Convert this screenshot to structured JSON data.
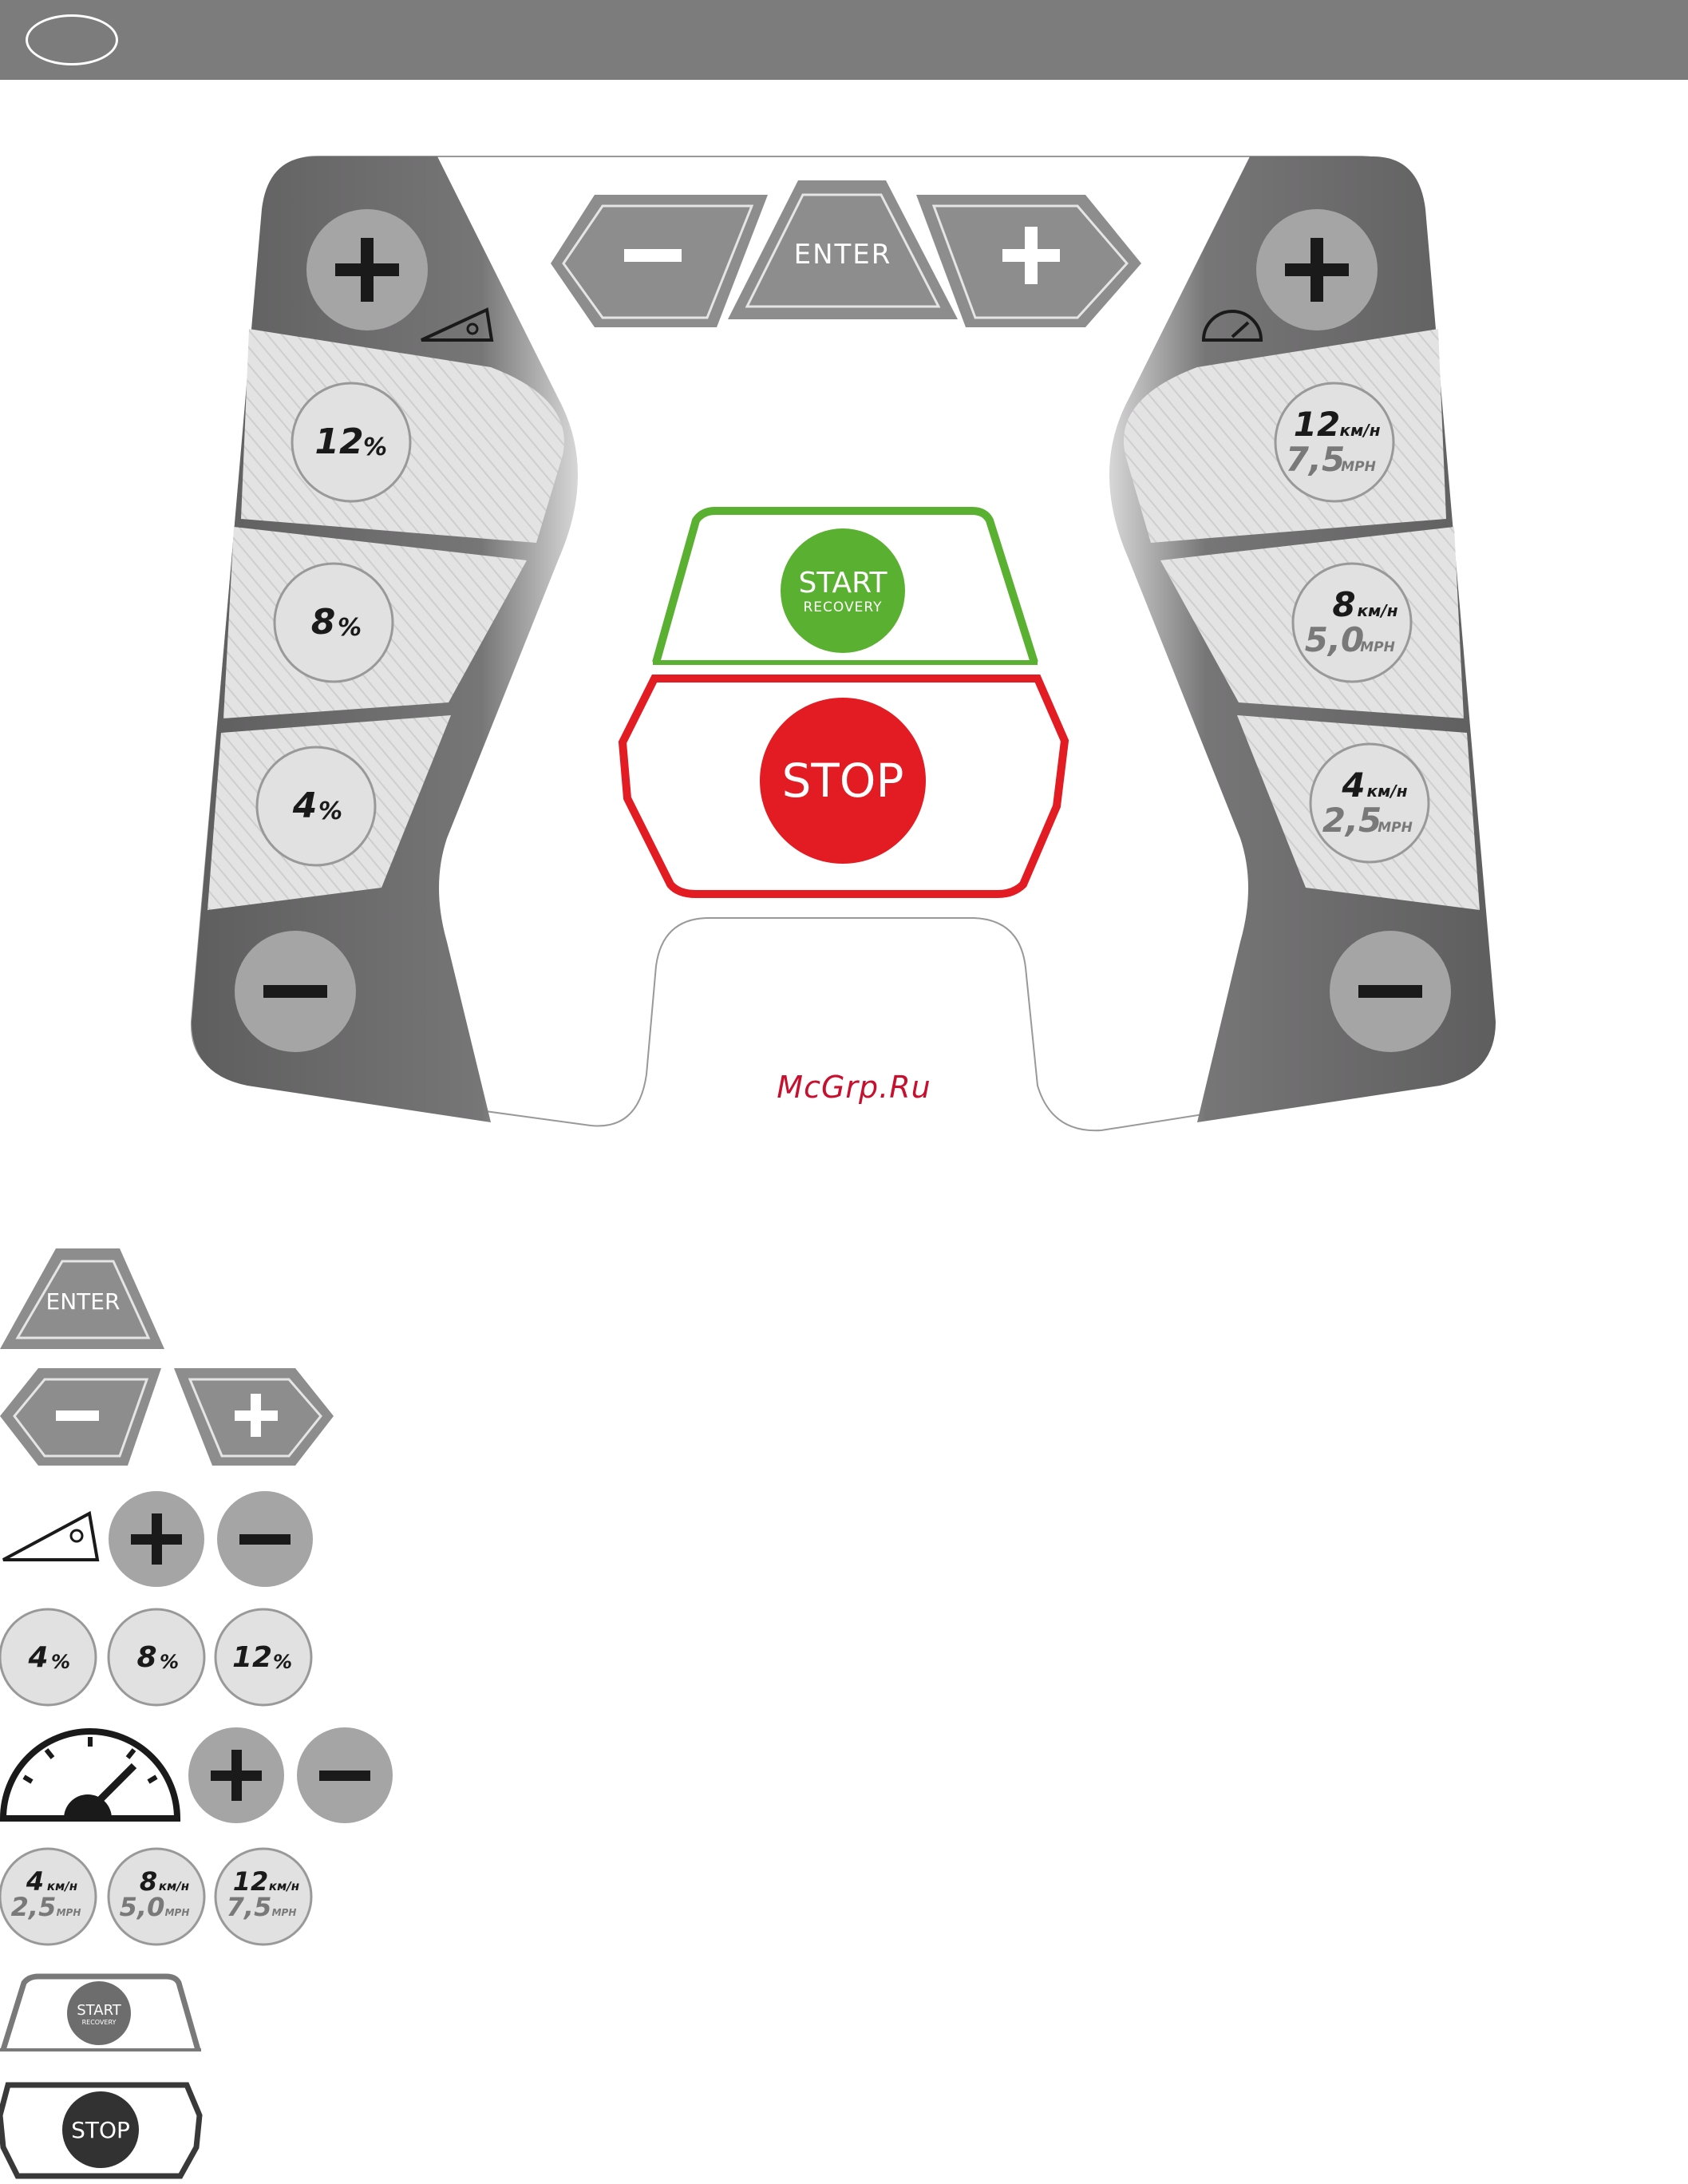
{
  "header": {
    "badge": ""
  },
  "console": {
    "enter_label": "ENTER",
    "incline": {
      "presets": [
        {
          "value": "12",
          "unit": "%"
        },
        {
          "value": "8",
          "unit": "%"
        },
        {
          "value": "4",
          "unit": "%"
        }
      ]
    },
    "speed": {
      "presets": [
        {
          "kmh": "12",
          "kmh_unit": "км/н",
          "mph": "7,5",
          "mph_unit": "MPH"
        },
        {
          "kmh": "8",
          "kmh_unit": "км/н",
          "mph": "5,0",
          "mph_unit": "MPH"
        },
        {
          "kmh": "4",
          "kmh_unit": "км/н",
          "mph": "2,5",
          "mph_unit": "MPH"
        }
      ]
    },
    "start": {
      "line1": "START",
      "line2": "RECOVERY"
    },
    "stop": {
      "label": "STOP"
    },
    "colors": {
      "start": "#5ab031",
      "stop": "#e31b23",
      "panel": "#6b6a6b",
      "button": "#a6a5a6"
    }
  },
  "watermark": "McGrp.Ru",
  "legend": {
    "enter_label": "ENTER",
    "incline_presets": [
      {
        "value": "4",
        "unit": "%"
      },
      {
        "value": "8",
        "unit": "%"
      },
      {
        "value": "12",
        "unit": "%"
      }
    ],
    "speed_presets": [
      {
        "kmh": "4",
        "kmh_unit": "км/н",
        "mph": "2,5",
        "mph_unit": "MPH"
      },
      {
        "kmh": "8",
        "kmh_unit": "км/н",
        "mph": "5,0",
        "mph_unit": "MPH"
      },
      {
        "kmh": "12",
        "kmh_unit": "км/н",
        "mph": "7,5",
        "mph_unit": "MPH"
      }
    ],
    "start": {
      "line1": "START",
      "line2": "RECOVERY"
    },
    "stop": {
      "label": "STOP"
    }
  }
}
